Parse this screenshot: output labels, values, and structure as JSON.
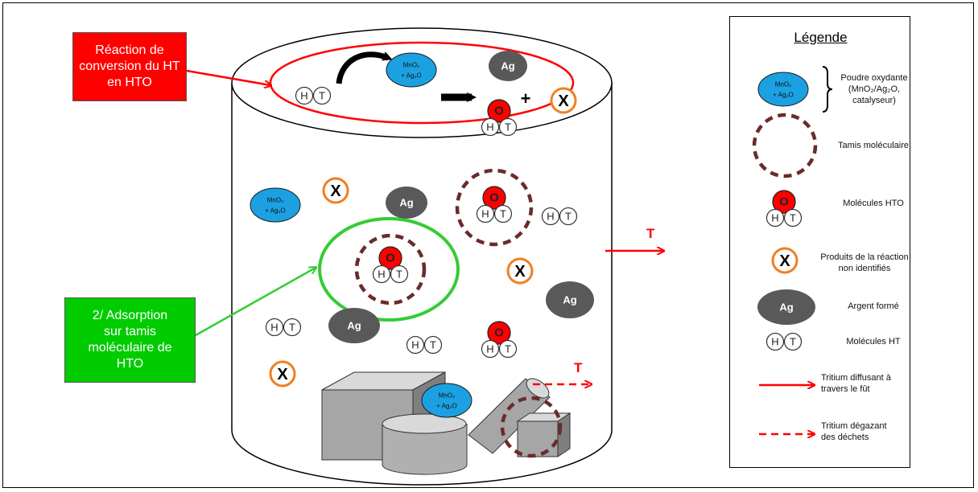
{
  "callouts": {
    "reaction": "Réaction de\nconversion du HT\nen HTO",
    "adsorption": "2/ Adsorption\nsur tamis\nmoléculaire de\nHTO"
  },
  "symbols": {
    "h": "H",
    "t": "T",
    "o": "O",
    "ag": "Ag",
    "x": "X",
    "plus": "+",
    "oxide_line1": "MnO₂",
    "oxide_line2": "+ Ag₂O",
    "tritium_label": "T"
  },
  "legend": {
    "title": "Légende",
    "items": [
      "Poudre oxydante\n(MnO₂/Ag₂O,\ncatalyseur)",
      "Tamis moléculaire",
      "Molécules HTO",
      "Produits de la réaction\nnon identifiés",
      "Argent formé",
      "Molécules HT",
      "Tritium diffusant à\ntravers le fût",
      "Tritium dégazant\ndes déchets"
    ]
  },
  "colors": {
    "reaction_callout": "#ff0000",
    "adsorption_callout": "#00cc00",
    "oxide": "#1ba1e2",
    "silver": "#595959",
    "oxygen": "#ff0000",
    "sieve": "#6b2b2b",
    "product_ring": "#f07f20",
    "adsorption_ring": "#33cc33",
    "tritium_arrow": "#ff0000"
  }
}
